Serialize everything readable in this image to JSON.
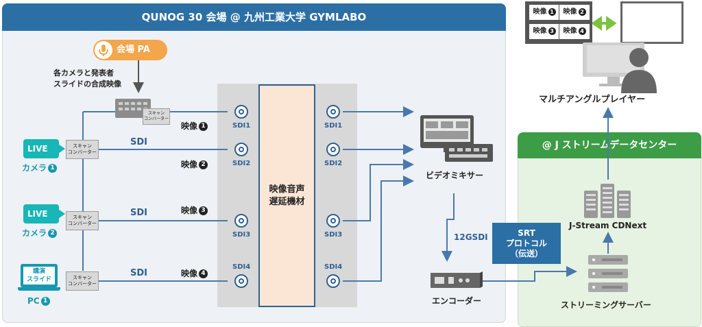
{
  "venue": {
    "title": "QUNOG 30 会場 @ 九州工業大学 GYMLABO"
  },
  "pa": {
    "label": "会場 PA",
    "note_line1": "各カメラと発表者",
    "note_line2": "スライドの合成映像"
  },
  "sources": [
    {
      "device": "LIVE",
      "name": "カメラ",
      "num": "1"
    },
    {
      "device": "LIVE",
      "name": "カメラ",
      "num": "2"
    },
    {
      "device_line1": "講演",
      "device_line2": "スライド",
      "name": "PC",
      "num": "1"
    }
  ],
  "converter": {
    "line1": "スキャン",
    "line2": "コンバーター"
  },
  "sdi_label": "SDI",
  "feeds": [
    {
      "label": "映像",
      "num": "1"
    },
    {
      "label": "映像",
      "num": "2"
    },
    {
      "label": "映像",
      "num": "3"
    },
    {
      "label": "映像",
      "num": "4"
    }
  ],
  "ports_in": [
    "SDI1",
    "SDI2",
    "SDI3",
    "SDI4"
  ],
  "ports_out": [
    "SDI1",
    "SDI2",
    "SDI3",
    "SDI4"
  ],
  "delay": {
    "line1": "映像音声",
    "line2": "遅延機材"
  },
  "mixer": {
    "label": "ビデオミキサー"
  },
  "link": {
    "label": "12GSDI"
  },
  "encoder": {
    "label": "エンコーダー"
  },
  "srt": {
    "line1": "SRT",
    "line2": "プロトコル",
    "line3": "（伝送）"
  },
  "datacenter": {
    "title": "@ J ストリームデータセンター",
    "cdn_label": "J-Stream CDNext",
    "server_label": "ストリーミングサーバー"
  },
  "player": {
    "label": "マルチアングルプレイヤー",
    "cells": [
      {
        "label": "映像",
        "num": "1"
      },
      {
        "label": "映像",
        "num": "2"
      },
      {
        "label": "映像",
        "num": "3"
      },
      {
        "label": "映像",
        "num": "4"
      }
    ]
  },
  "colors": {
    "primary": "#2b6fa5",
    "teal": "#1698b0",
    "green": "#3d9c46",
    "orange": "#f3a64a",
    "line": "#4a78ad"
  }
}
